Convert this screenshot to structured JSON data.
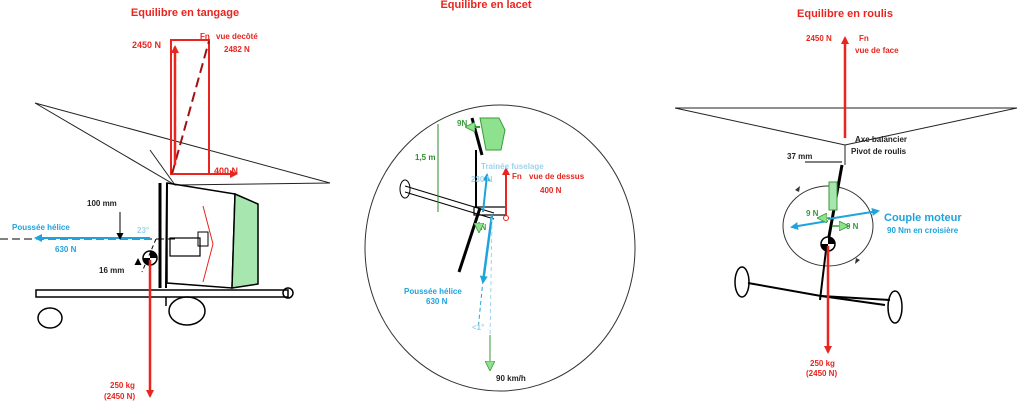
{
  "panels": {
    "pitch": {
      "title": "Equilibre en tangage",
      "lift_left": "2450 N",
      "fn_label": "Fn",
      "view_label": "vue decôté",
      "fn_value": "2482 N",
      "horizontal_force": "400 N",
      "offset_top": "100 mm",
      "thrust_label": "Poussée hélice",
      "thrust_value": "630 N",
      "angle_label": "23°",
      "offset_bottom": "16 mm",
      "weight_kg": "250 kg",
      "weight_n": "(2450 N)"
    },
    "yaw": {
      "title": "Equilibre en lacet",
      "tail_force": "9N",
      "arm_length": "1,5 m",
      "drag_label": "Trainée fuselage",
      "drag_value": "230 N",
      "fn_label": "Fn",
      "view_label": "vue de dessus",
      "fn_value": "400 N",
      "small_force": "9N",
      "thrust_label": "Poussée hélice",
      "thrust_value": "630 N",
      "angle_label": "<1°",
      "speed_label": "90 km/h"
    },
    "roll": {
      "title": "Equilibre en roulis",
      "lift": "2450 N",
      "fn_label": "Fn",
      "view_label": "vue de face",
      "axis_label": "Axe balancier",
      "pivot_label": "Pivot de roulis",
      "offset": "37 mm",
      "force_left": "9 N",
      "force_right": "9 N",
      "torque_label": "Couple moteur",
      "torque_value": "90 Nm en croisière",
      "weight_kg": "250 kg",
      "weight_n": "(2450 N)"
    }
  },
  "colors": {
    "red": "#e8251f",
    "blue": "#1fa3dc",
    "light_blue": "#9fd3ea",
    "green": "#8ee28e",
    "black": "#000000"
  }
}
